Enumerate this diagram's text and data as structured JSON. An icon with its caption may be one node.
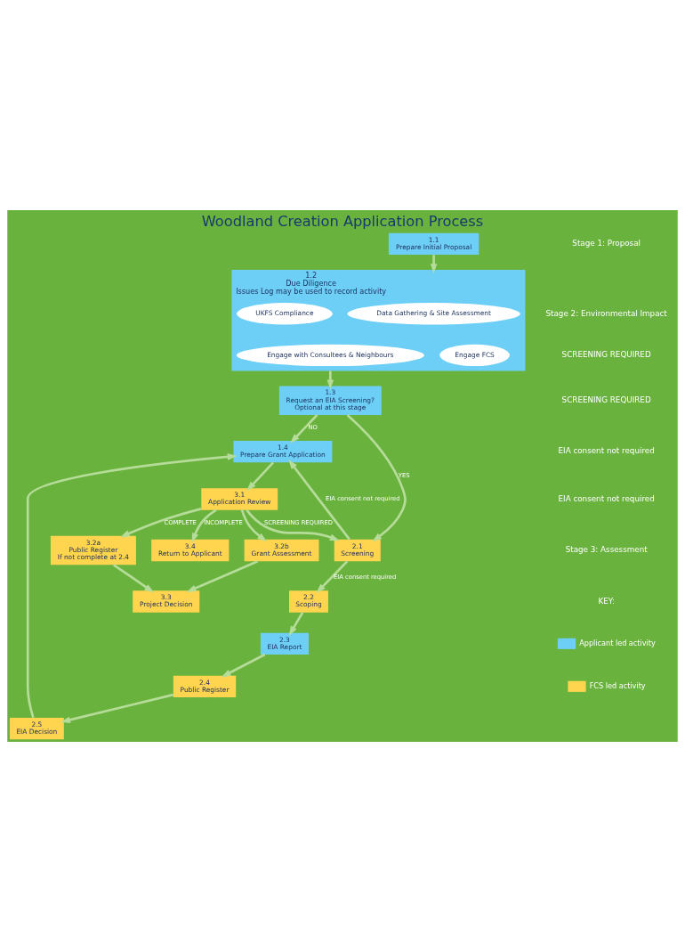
{
  "diagram": {
    "title": "Woodland Creation Application Process",
    "nodes": [
      {
        "text": [
          "1.1",
          "Prepare Initial Proposal"
        ]
      },
      {
        "text": [
          "1.2",
          "Due Diligence",
          "Issues Log may be used to record activity"
        ]
      },
      {
        "text": [
          "Data Gathering & Site Assessment"
        ],
        "in": 1
      },
      {
        "text": [
          "UKFS Compliance"
        ],
        "in": 1
      },
      {
        "text": [
          "Engage FCS"
        ],
        "in": 1
      },
      {
        "text": [
          "Engage with Consultees & Neighbours"
        ],
        "in": 1
      },
      {
        "text": [
          "1.3",
          "Request an EIA Screening?",
          "Optional at this stage"
        ]
      },
      {
        "text": [
          "1.4",
          "Prepare Grant Application"
        ]
      },
      {
        "text": [
          "2.1",
          "Screening"
        ]
      },
      {
        "text": [
          "2.2",
          "Scoping"
        ]
      },
      {
        "text": [
          "2.3",
          "EIA Report"
        ]
      },
      {
        "text": [
          "2.4",
          "Public Register"
        ]
      },
      {
        "text": [
          "2.5",
          "EIA Decision"
        ]
      },
      {
        "text": [
          "3.1",
          "Application Review"
        ]
      },
      {
        "text": [
          "3.2a",
          "Public Register",
          "If not complete at 2.4"
        ]
      },
      {
        "text": [
          "3.2b",
          "Grant Assessment"
        ]
      },
      {
        "text": [
          "3.3",
          "Project Decision"
        ]
      },
      {
        "text": [
          "3.4",
          "Return to Applicant"
        ]
      }
    ],
    "edges": [
      {
        "from": 0,
        "to": 1,
        "arrow": "to"
      },
      {
        "from": 1,
        "to": 6,
        "arrow": "to"
      },
      {
        "from": 6,
        "to": 8,
        "label": "YES",
        "arrow": "to"
      },
      {
        "from": 6,
        "to": 7,
        "label": "NO",
        "arrow": "to"
      },
      {
        "from": 8,
        "to": 9,
        "label": "EIA consent required",
        "arrow": "to"
      },
      {
        "from": 9,
        "to": 10,
        "arrow": "to"
      },
      {
        "from": 10,
        "to": 11,
        "arrow": "to"
      },
      {
        "from": 11,
        "to": 12,
        "arrow": "to"
      },
      {
        "from": 12,
        "to": 7,
        "arrow": "to"
      },
      {
        "from": 8,
        "to": 7,
        "label": "EIA consent not required",
        "arrow": "to"
      },
      {
        "from": 7,
        "to": 13,
        "arrow": "to"
      },
      {
        "from": 13,
        "to": 8,
        "label": "SCREENING REQUIRED",
        "arrow": "to"
      },
      {
        "from": 13,
        "to": 14,
        "label": "COMPLETE",
        "arrow": "to"
      },
      {
        "from": 13,
        "to": 15,
        "arrow": "to"
      },
      {
        "from": 14,
        "to": 16,
        "arrow": "to"
      },
      {
        "from": 15,
        "to": 16,
        "arrow": "to"
      },
      {
        "from": 13,
        "to": 17,
        "label": "INCOMPLETE",
        "arrow": "to"
      }
    ],
    "labels": [
      "Stage 1: Proposal",
      "Stage 2: Environmental Impact",
      "SCREENING REQUIRED",
      "SCREENING REQUIRED",
      "EIA consent not required",
      "EIA consent not required",
      "Stage 3: Assessment",
      "KEY:"
    ],
    "legend": [
      {
        "text": "Applicant led activity",
        "color": "#6dcff6"
      },
      {
        "text": "FCS led activity",
        "color": "#ffd44f"
      }
    ]
  }
}
